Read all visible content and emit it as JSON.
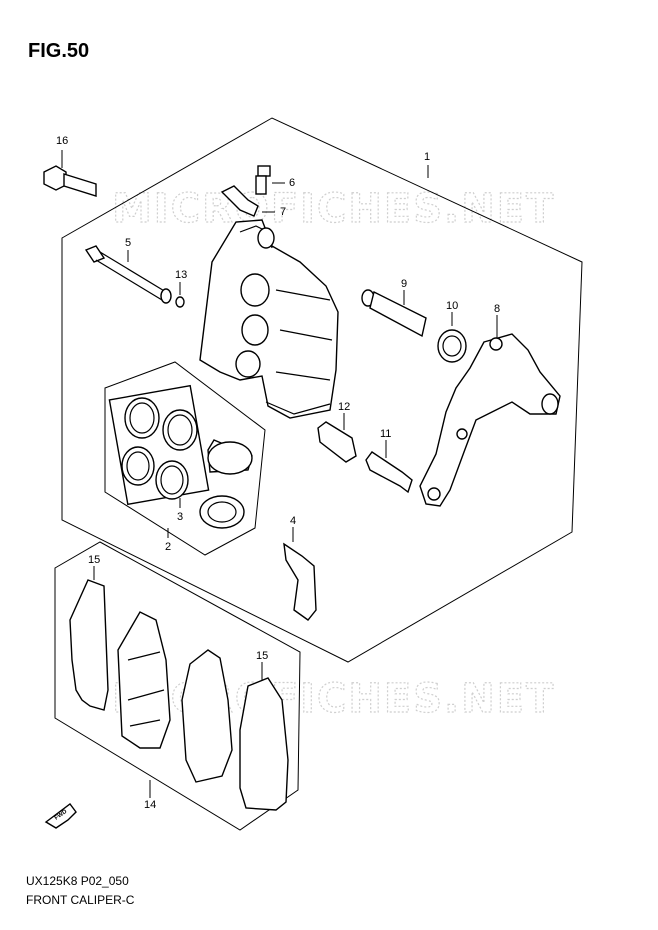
{
  "figure": {
    "title": "FIG.50",
    "code": "UX125K8 P02_050",
    "name": "FRONT CALIPER-C",
    "watermark": "MICROFICHES.NET",
    "fwd_label": "FWD"
  },
  "callouts": [
    {
      "id": "callout-1",
      "label": "1"
    },
    {
      "id": "callout-2",
      "label": "2"
    },
    {
      "id": "callout-3",
      "label": "3"
    },
    {
      "id": "callout-4",
      "label": "4"
    },
    {
      "id": "callout-5",
      "label": "5"
    },
    {
      "id": "callout-6",
      "label": "6"
    },
    {
      "id": "callout-7",
      "label": "7"
    },
    {
      "id": "callout-8",
      "label": "8"
    },
    {
      "id": "callout-9",
      "label": "9"
    },
    {
      "id": "callout-10",
      "label": "10"
    },
    {
      "id": "callout-11",
      "label": "11"
    },
    {
      "id": "callout-12",
      "label": "12"
    },
    {
      "id": "callout-13",
      "label": "13"
    },
    {
      "id": "callout-14",
      "label": "14"
    },
    {
      "id": "callout-15a",
      "label": "15"
    },
    {
      "id": "callout-15b",
      "label": "15"
    },
    {
      "id": "callout-16",
      "label": "16"
    }
  ]
}
